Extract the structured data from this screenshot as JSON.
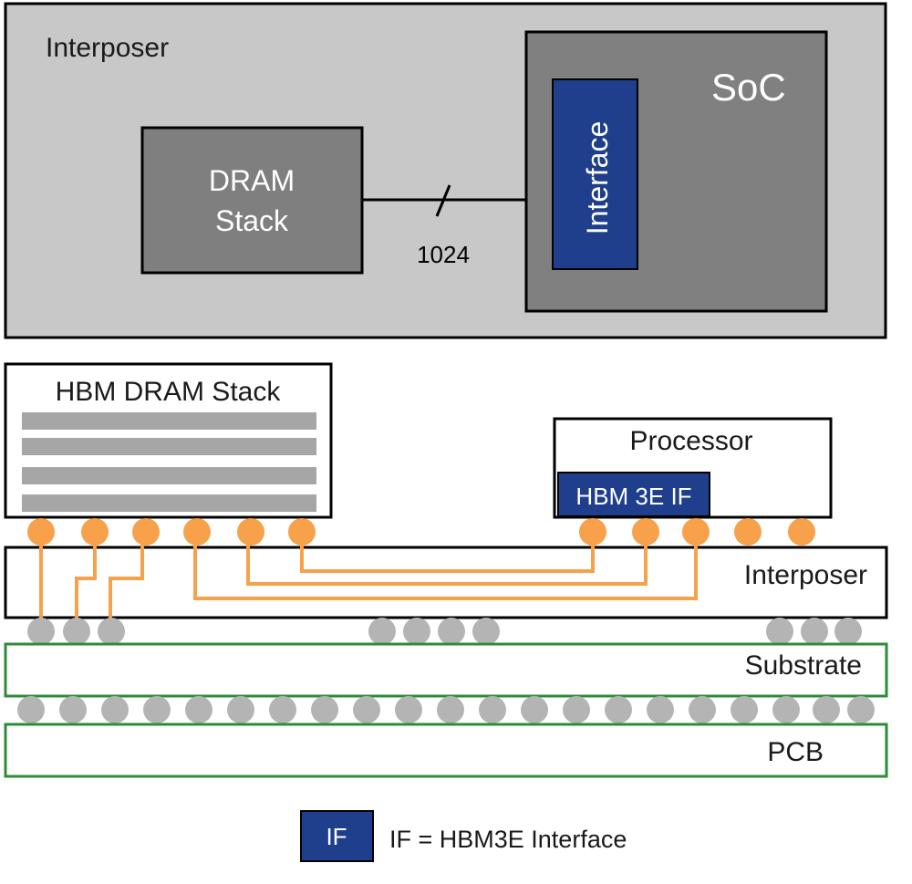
{
  "top": {
    "interposer_label": "Interposer",
    "soc_label": "SoC",
    "interface_label": "Interface",
    "dram_line1": "DRAM",
    "dram_line2": "Stack",
    "bus_width": "1024"
  },
  "bottom": {
    "hbm_stack_label": "HBM DRAM Stack",
    "processor_label": "Processor",
    "hbm_if_label": "HBM 3E IF",
    "interposer_label": "Interposer",
    "substrate_label": "Substrate",
    "pcb_label": "PCB"
  },
  "legend": {
    "swatch_label": "IF",
    "text": "IF = HBM3E Interface"
  },
  "colors": {
    "interposer_gray": "#c8c8c8",
    "soc_gray": "#808080",
    "dram_gray": "#7f7f7f",
    "interface_blue": "#1f3f8c",
    "bump_orange": "#f7a14b",
    "ball_gray": "#b4b4b4",
    "substrate_green": "#2e8b3a"
  }
}
